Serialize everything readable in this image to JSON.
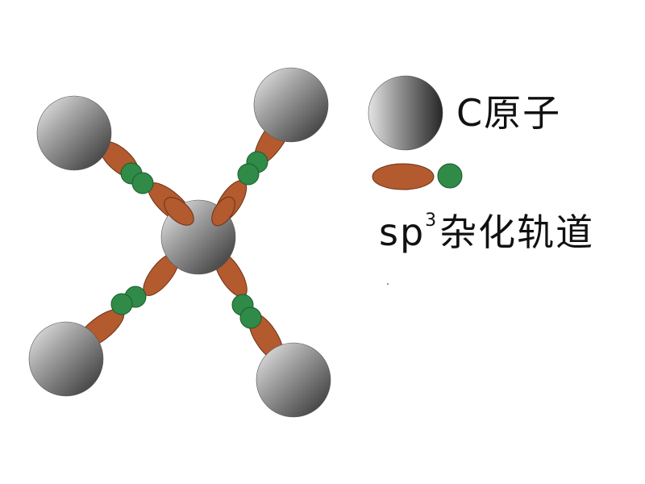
{
  "legend": {
    "atom_label": "C原子",
    "orbital_prefix": "sp",
    "orbital_superscript": "3",
    "orbital_suffix": "杂化轨道"
  },
  "colors": {
    "orbital_lobe": "#b35a2e",
    "orbital_lobe_stroke": "#6b3218",
    "overlap_sphere": "#2f8b47",
    "overlap_sphere_stroke": "#1c5a2c",
    "atom_dark": "#3a3a3a",
    "atom_light": "#e8e8e8"
  },
  "icons": [
    "carbon-atom-sphere",
    "hybrid-orbital-lobe",
    "overlap-sphere"
  ]
}
